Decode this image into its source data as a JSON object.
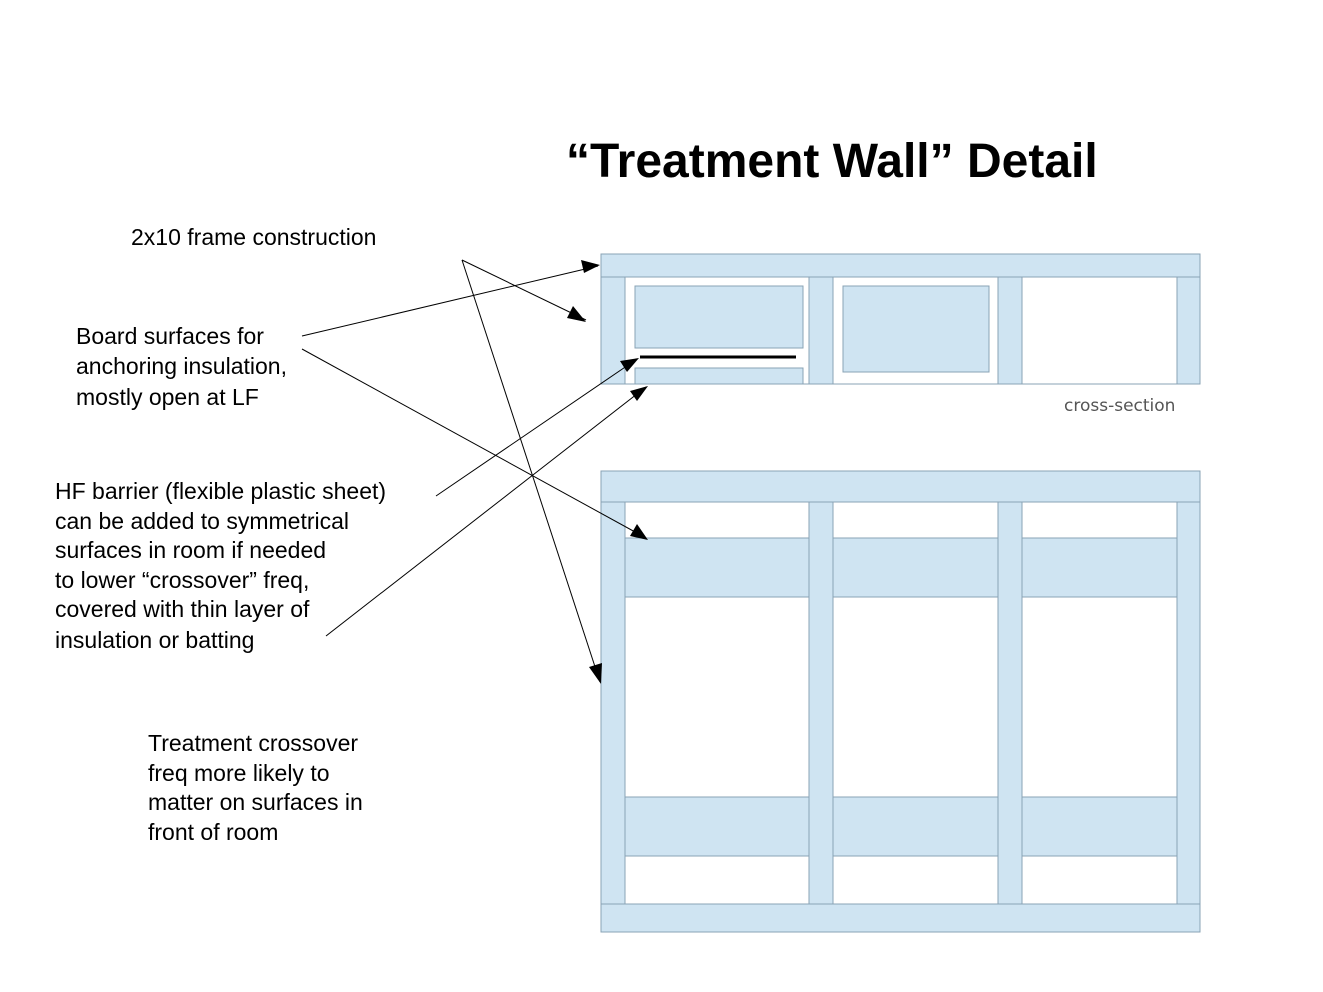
{
  "title": "“Treatment Wall” Detail",
  "labels": {
    "frame": "2x10 frame construction",
    "board": [
      "Board surfaces for",
      "anchoring insulation,",
      "mostly open at LF"
    ],
    "hf": [
      "HF barrier (flexible plastic sheet)",
      "can be added to symmetrical",
      "surfaces in room if needed",
      "to lower “crossover” freq,",
      "covered with thin layer of",
      "insulation or batting"
    ],
    "crossover": [
      "Treatment crossover",
      "freq more likely to",
      "matter on surfaces in",
      "front of room"
    ],
    "cross_section": "cross-section"
  },
  "colors": {
    "wood": "#cfe4f2",
    "outline": "#8aa3b5",
    "barrier": "#000000"
  }
}
